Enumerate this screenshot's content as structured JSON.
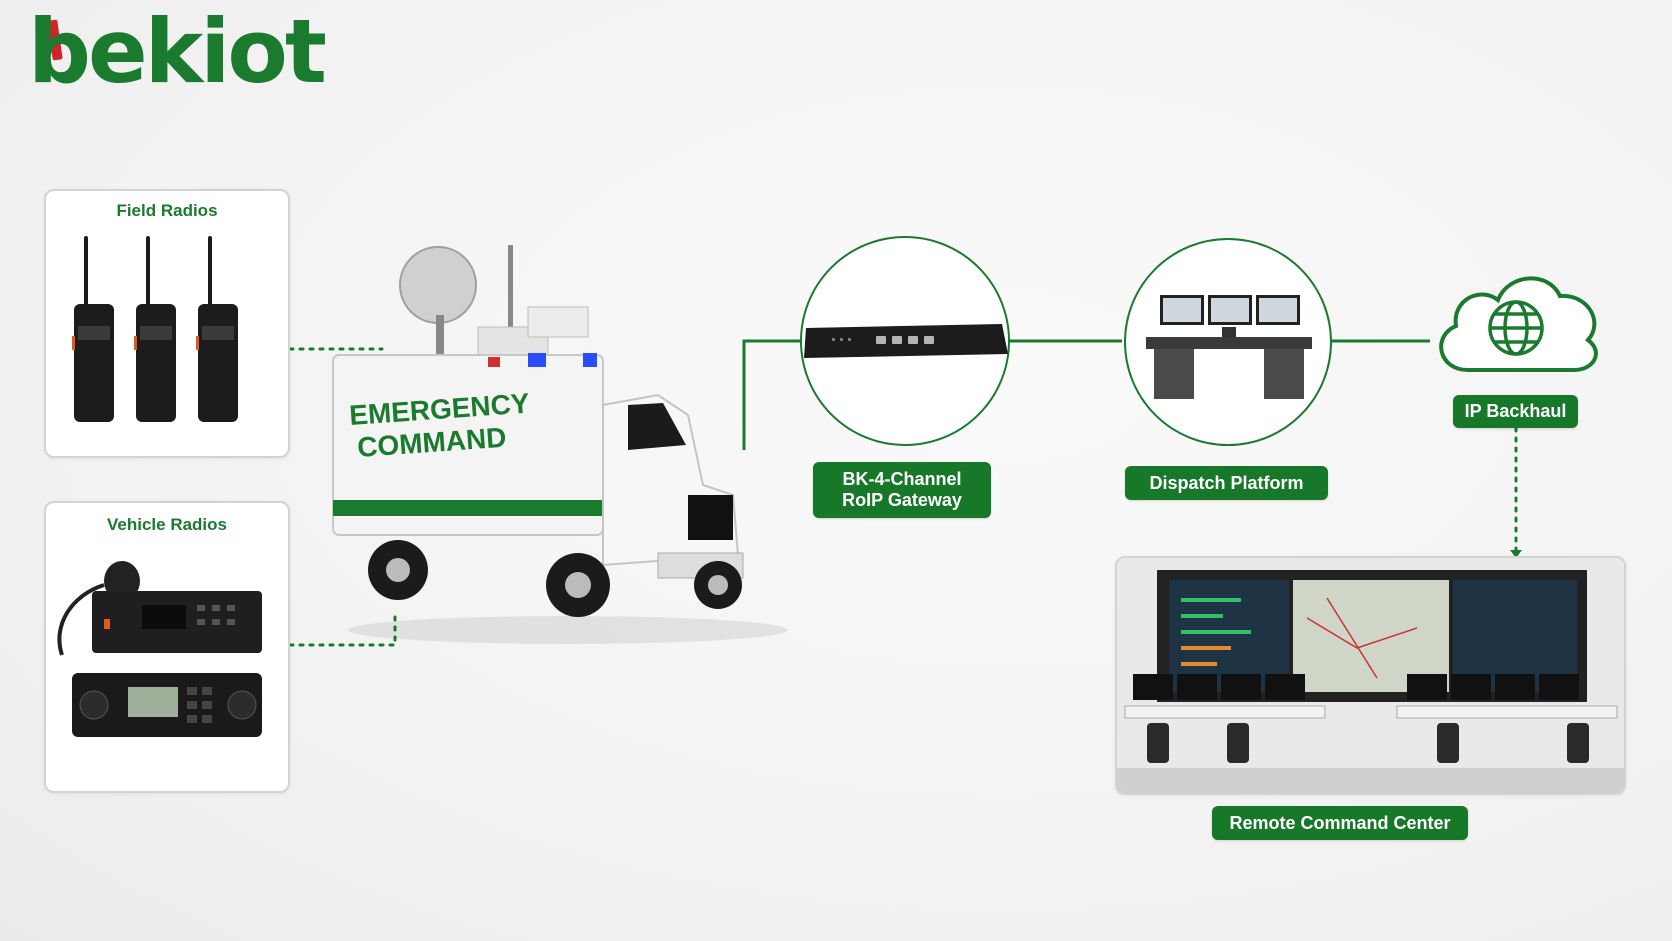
{
  "brand": {
    "logo_text": "bekiot"
  },
  "left_panels": {
    "field_radios": {
      "title": "Field Radios"
    },
    "vehicle_radios": {
      "title": "Vehicle Radios"
    }
  },
  "vehicle": {
    "line1": "EMERGENCY",
    "line2": "COMMAND"
  },
  "nodes": {
    "gateway": {
      "line1": "BK-4-Channel",
      "line2": "RoIP Gateway"
    },
    "dispatch": {
      "label": "Dispatch Platform"
    },
    "backhaul": {
      "label": "IP Backhaul"
    },
    "remote": {
      "label": "Remote Command Center"
    }
  },
  "colors": {
    "brand_green": "#1a7a2e",
    "accent_red": "#d2232a"
  }
}
